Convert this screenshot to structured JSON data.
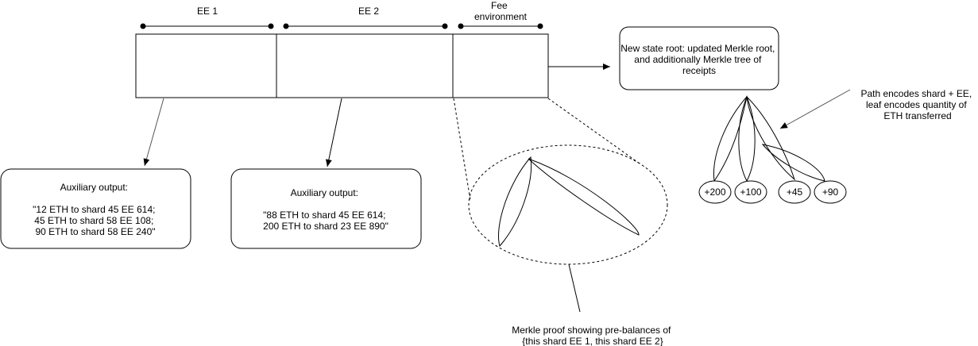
{
  "segments": {
    "ee1": "EE 1",
    "ee2": "EE 2",
    "fee": [
      "Fee",
      "environment"
    ]
  },
  "state_root": [
    "New state root: updated Merkle root,",
    "and additionally Merkle tree of",
    "receipts"
  ],
  "path_note": [
    "Path encodes shard + EE,",
    "leaf encodes quantity of",
    "ETH transferred"
  ],
  "aux_left": {
    "title": "Auxiliary output:",
    "lines": [
      "\"12 ETH to shard 45 EE 614;",
      "45 ETH to shard 58 EE 108;",
      "90 ETH to shard 58 EE 240\""
    ]
  },
  "aux_middle": {
    "title": "Auxiliary output:",
    "lines": [
      "\"88 ETH to shard 45 EE 614;",
      "200 ETH to shard 23 EE 890\""
    ]
  },
  "merkle_proof_note": [
    "Merkle proof showing pre-balances of",
    "{this shard EE 1, this shard EE 2}"
  ],
  "receipt_leaves": [
    "+200",
    "+100",
    "+45",
    "+90"
  ]
}
